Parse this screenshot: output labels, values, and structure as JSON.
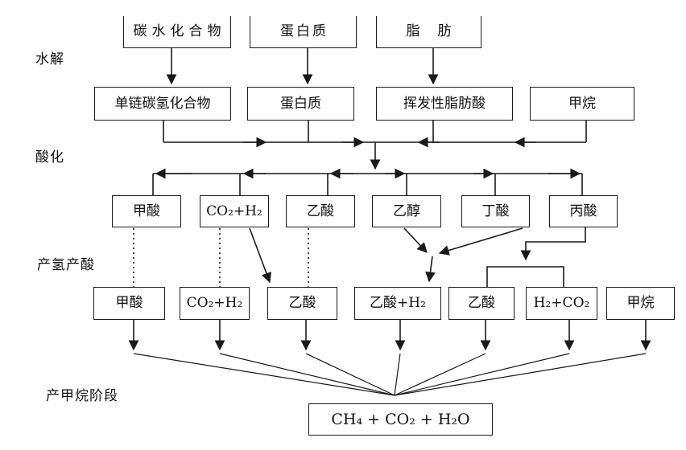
{
  "diagram": {
    "title_none": "",
    "stages": [
      {
        "id": "hydrolysis",
        "label": "水解"
      },
      {
        "id": "acidification",
        "label": "酸化"
      },
      {
        "id": "acidogenesis",
        "label": "产氢产酸"
      },
      {
        "id": "methanogenesis",
        "label": "产甲烷阶段"
      }
    ],
    "row1": [
      {
        "label": "碳水化合物"
      },
      {
        "label": "蛋白质"
      },
      {
        "label": "脂肪"
      }
    ],
    "row2": [
      {
        "label": "单链碳氢化合物"
      },
      {
        "label": "蛋白质"
      },
      {
        "label": "挥发性脂肪酸"
      },
      {
        "label": "甲烷"
      }
    ],
    "row3": [
      {
        "label": "甲酸"
      },
      {
        "label": "CO₂+H₂"
      },
      {
        "label": "乙酸"
      },
      {
        "label": "乙醇"
      },
      {
        "label": "丁酸"
      },
      {
        "label": "丙酸"
      }
    ],
    "row4": [
      {
        "label": "甲酸"
      },
      {
        "label": "CO₂+H₂"
      },
      {
        "label": "乙酸"
      },
      {
        "label": "乙酸+H₂"
      },
      {
        "label": "乙酸"
      },
      {
        "label": "H₂+CO₂"
      },
      {
        "label": "甲烷"
      }
    ],
    "final": {
      "label": "CH₄ + CO₂ + H₂O"
    },
    "colors": {
      "line": "#1a1a1a",
      "background": "#ffffff"
    }
  }
}
